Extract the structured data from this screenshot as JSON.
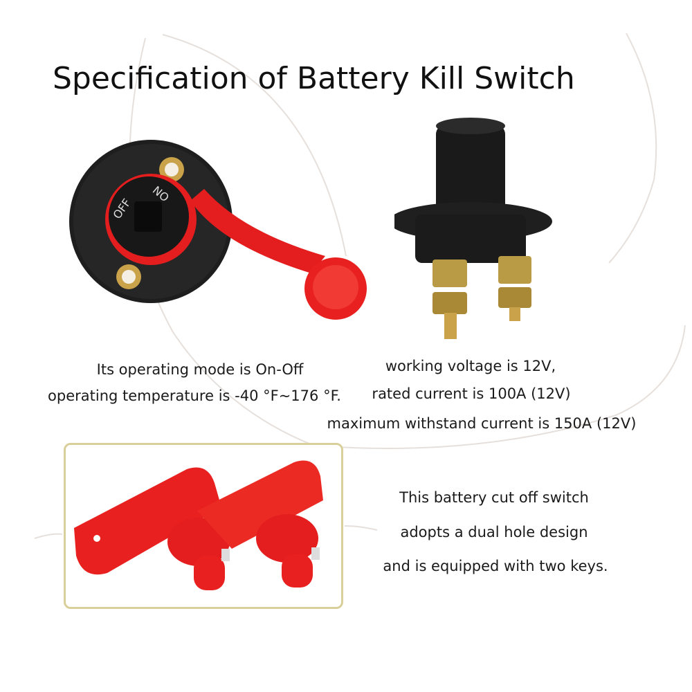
{
  "title": "Specification of Battery Kill Switch",
  "left_caption": {
    "line1": "Its operating mode is On-Off",
    "line2": "operating temperature is -40 °F~176 °F."
  },
  "right_caption": {
    "line1": "working voltage is 12V,",
    "line2": "rated current is 100A (12V)",
    "line3": "maximum withstand current is 150A (12V)"
  },
  "bottom_caption": {
    "line1": "This battery cut off switch",
    "line2": "adopts a dual hole design",
    "line3": "and is equipped with two keys."
  },
  "switch_markings": {
    "off": "OFF",
    "on": "NO"
  },
  "colors": {
    "key_red": "#e8201f",
    "switch_black": "#1c1c1c",
    "brass": "#c9a24a",
    "frame_gold": "#d9cf9a"
  }
}
